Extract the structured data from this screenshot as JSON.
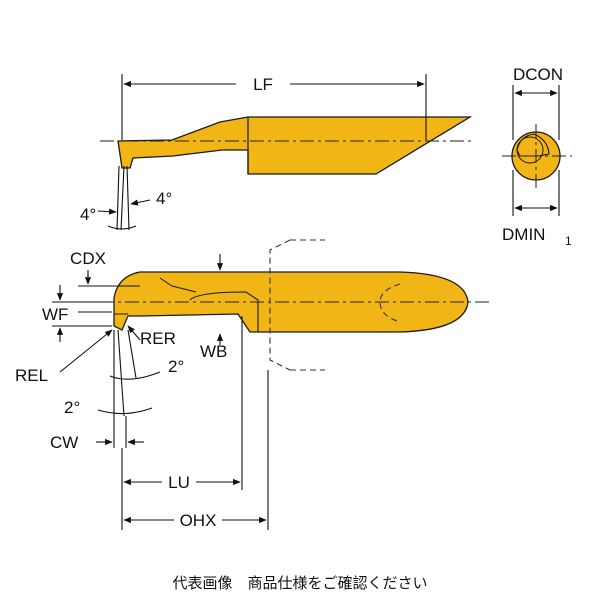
{
  "labels": {
    "lf": "LF",
    "dcon": "DCON",
    "dmin": "DMIN",
    "dmin_sub": "1",
    "angle_a": "4°",
    "angle_b": "4°",
    "cdx": "CDX",
    "wf": "WF",
    "rer": "RER",
    "wb": "WB",
    "rel": "REL",
    "angle_c": "2°",
    "angle_d": "2°",
    "cw": "CW",
    "lu": "LU",
    "ohx": "OHX"
  },
  "caption": "代表画像　商品仕様をご確認ください",
  "colors": {
    "tool_fill": "#F2B516",
    "line": "#111111",
    "background": "#FFFFFF"
  }
}
